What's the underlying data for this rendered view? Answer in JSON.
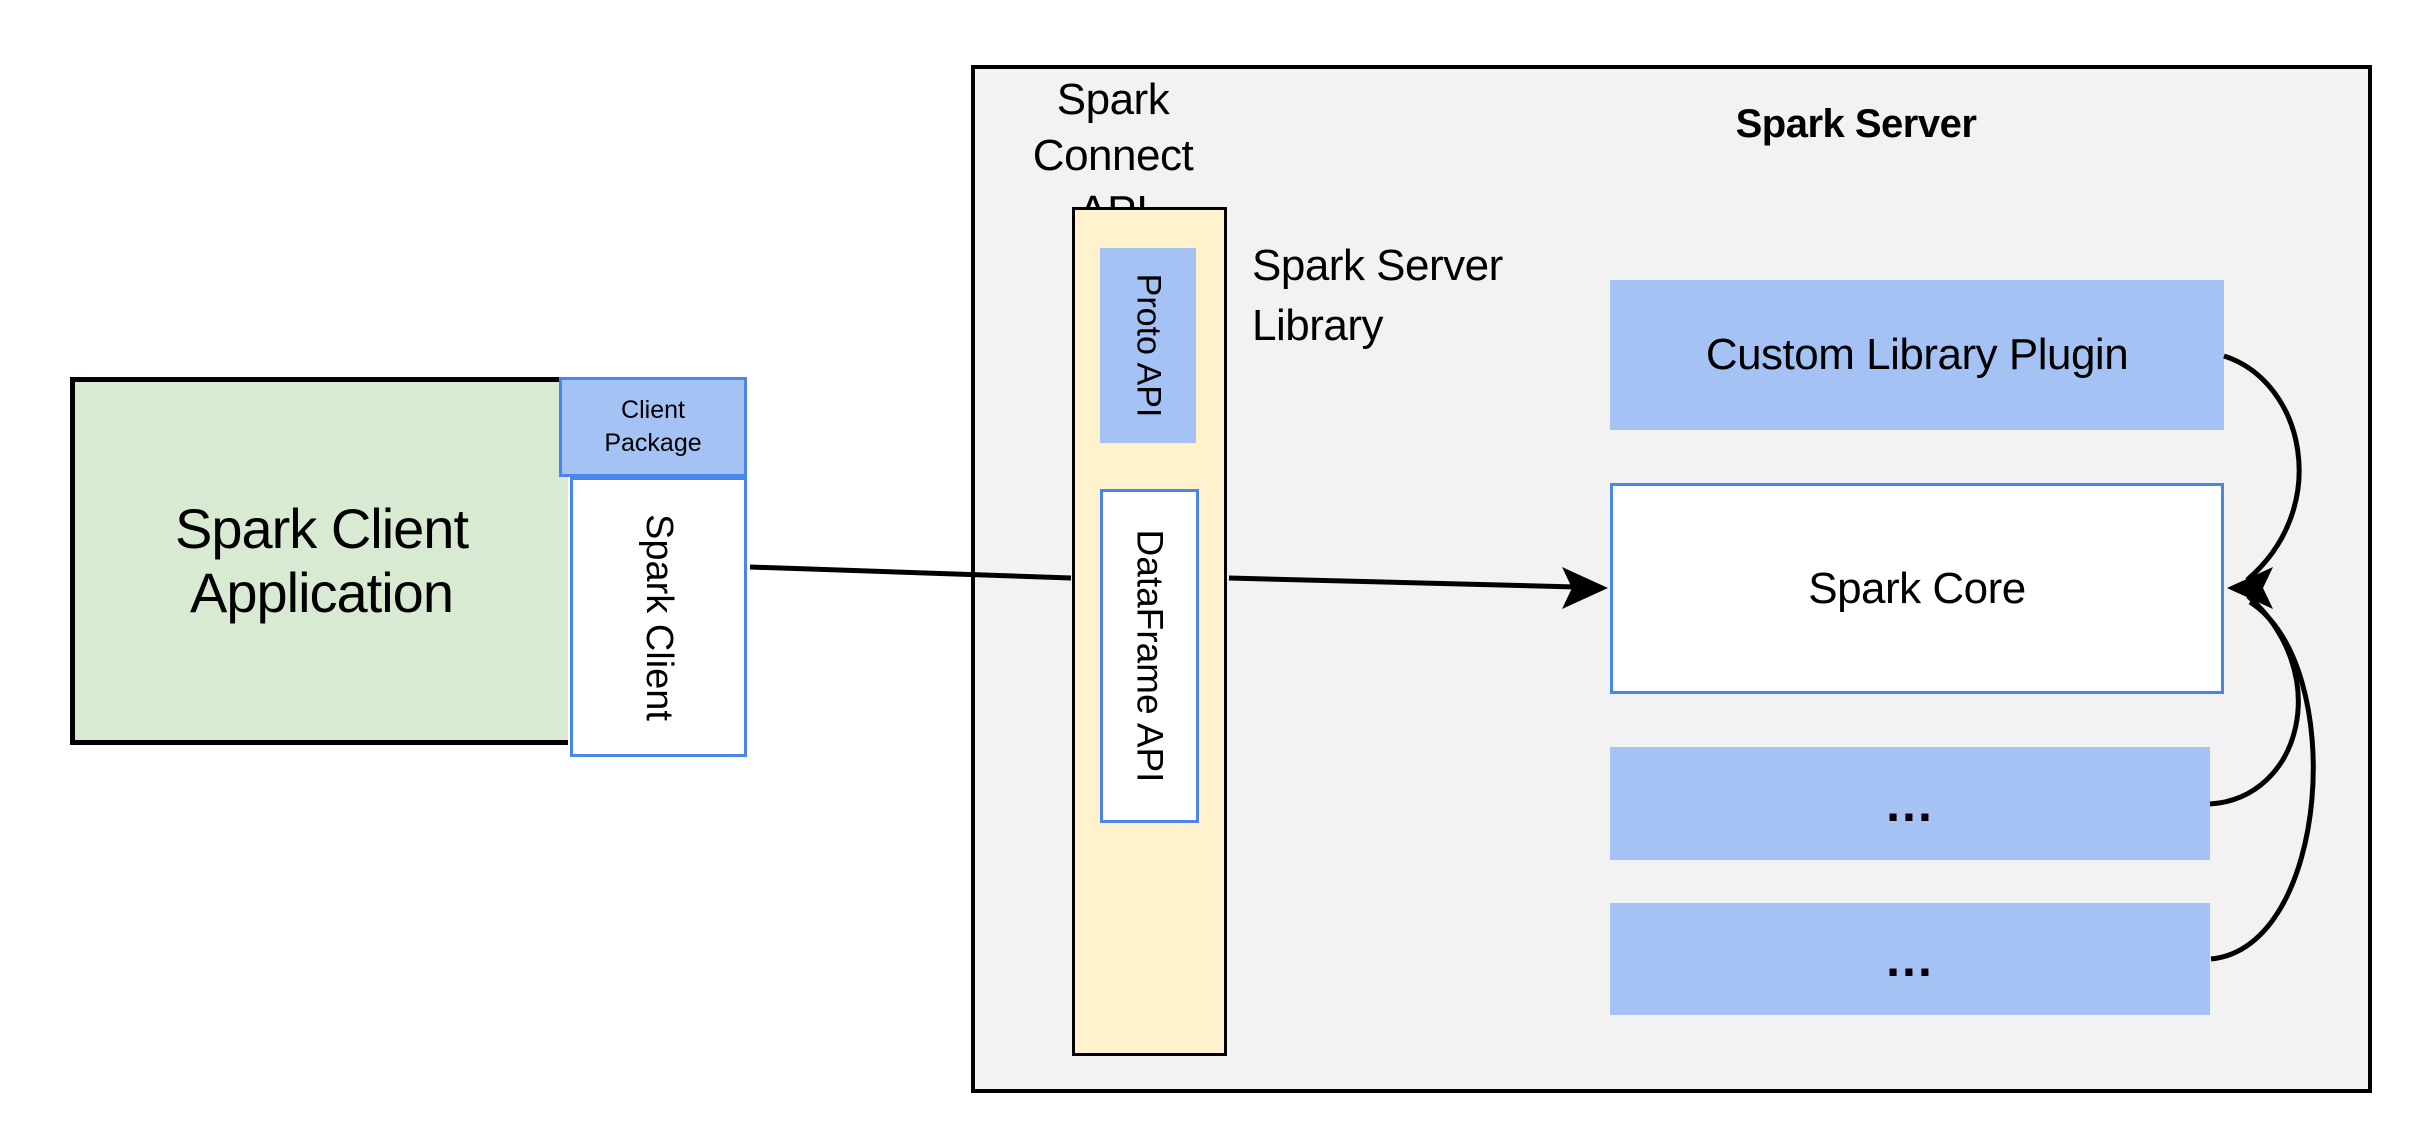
{
  "diagram": {
    "client": {
      "application_label": "Spark Client\nApplication",
      "package_label": "Client\nPackage",
      "spark_client_label": "Spark Client"
    },
    "connect": {
      "title": "Spark Connect\nAPI",
      "library_label": "Spark Server\nLibrary",
      "proto_label": "Proto API",
      "dataframe_label": "DataFrame API"
    },
    "server": {
      "title": "Spark Server",
      "plugin_label": "Custom Library Plugin",
      "core_label": "Spark Core",
      "ellipsis": "..."
    },
    "colors": {
      "box_blue_fill": "#a4c2f4",
      "box_blue_border": "#4a86e8",
      "client_green_fill": "#d9ead3",
      "library_yellow_fill": "#fff2cc",
      "panel_grey_fill": "#f2f2f2",
      "outline_black": "#000000"
    }
  }
}
